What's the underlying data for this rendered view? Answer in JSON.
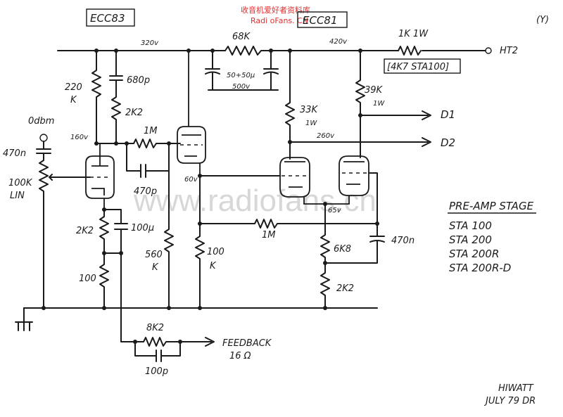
{
  "watermark": {
    "site_cn": "收音机爱好者资料库",
    "site_en": "Radi oFans. CN",
    "center": "www.radiofans.cn"
  },
  "tubes": {
    "v1": "ECC83",
    "v2": "ECC81"
  },
  "page_number": "(Y)",
  "rails": {
    "rail_a_voltage": "320v",
    "rail_b_voltage": "420v",
    "ht2": "HT2",
    "output_d1": "D1",
    "output_d2": "D2"
  },
  "components": {
    "r_drop": "68K",
    "c_filter": "50+50μ",
    "c_filter_v": "500v",
    "r_ht": "1K 1W",
    "r_ht_alt": "[4K7 STA100]",
    "r_plate_a": "220",
    "r_plate_a_unit": "K",
    "c_decouple": "680p",
    "r_decouple": "2K2",
    "v_plate_a": "160v",
    "r_mid": "1M",
    "c_470p": "470p",
    "r_load_33k": "33K",
    "r_load_33k_w": "1W",
    "r_load_39k": "39K",
    "r_load_39k_w": "1W",
    "v_260": "260v",
    "v_60": "60v",
    "v_65": "65v",
    "input": "0dbm",
    "c_in": "470n",
    "pot": "100K",
    "pot_type": "LIN",
    "r_cath1": "2K2",
    "c_cath1": "100μ",
    "r_cath2": "100",
    "r_560": "560",
    "r_560_unit": "K",
    "r_100k": "100",
    "r_100k_unit": "K",
    "r_1m_b": "1M",
    "r_6k8": "6K8",
    "r_2k2_b": "2K2",
    "c_470n_b": "470n",
    "r_fb": "8K2",
    "c_fb": "100p",
    "feedback": "FEEDBACK",
    "feedback_imp": "16 Ω"
  },
  "notes": {
    "title": "PRE-AMP STAGE",
    "models": [
      "STA 100",
      "STA 200",
      "STA 200R",
      "STA 200R-D"
    ],
    "signature_1": "HIWATT",
    "signature_2": "JULY 79 DR"
  }
}
